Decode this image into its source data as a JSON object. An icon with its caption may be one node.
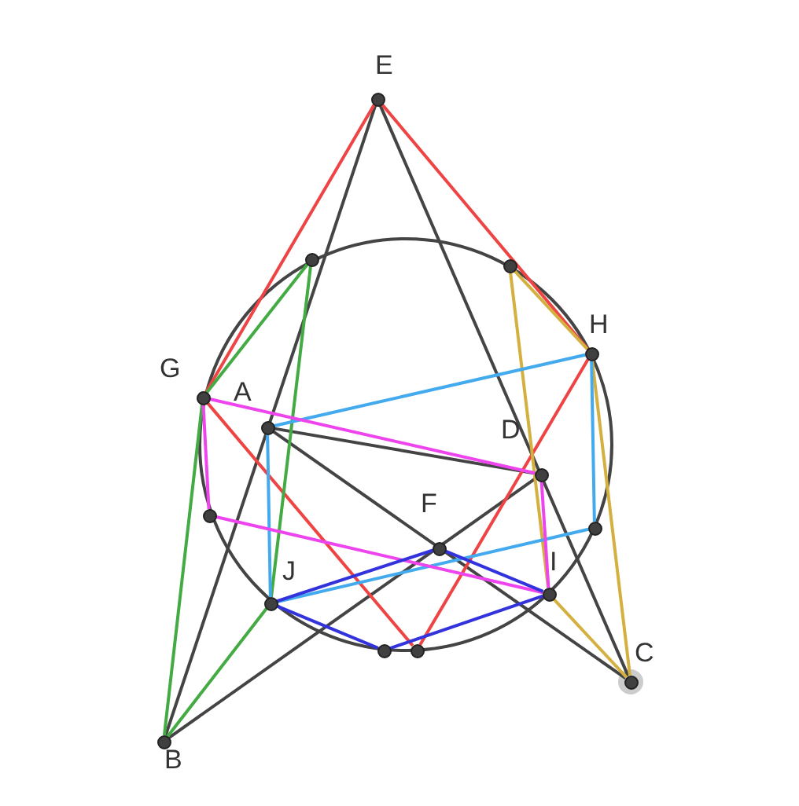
{
  "diagram": {
    "nodes": [
      {
        "text": [
          "E"
        ]
      },
      {
        "text": [],
        "shape": "circle"
      },
      {
        "text": [],
        "shape": "circle"
      },
      {
        "text": [
          "H"
        ]
      },
      {
        "text": [
          "G"
        ]
      },
      {
        "text": [
          "A"
        ]
      },
      {
        "text": [
          "D"
        ]
      },
      {
        "text": [],
        "shape": "circle"
      },
      {
        "text": [
          "F"
        ]
      },
      {
        "text": [],
        "shape": "circle"
      },
      {
        "text": [
          "J"
        ]
      },
      {
        "text": [
          "I"
        ]
      },
      {
        "text": [],
        "shape": "circle"
      },
      {
        "text": [],
        "shape": "circle"
      },
      {
        "text": [
          "C"
        ]
      },
      {
        "text": [
          "B"
        ]
      }
    ],
    "edges": [
      {
        "from": 0,
        "to": 15,
        "arrow": "none"
      },
      {
        "from": 0,
        "to": 14,
        "arrow": "none"
      },
      {
        "from": 5,
        "to": 6,
        "arrow": "none"
      },
      {
        "from": 5,
        "to": 14,
        "arrow": "none"
      },
      {
        "from": 15,
        "to": 6,
        "arrow": "none"
      },
      {
        "from": 0,
        "to": 4,
        "arrow": "none",
        "color": "#ee4444"
      },
      {
        "from": 0,
        "to": 3,
        "arrow": "none",
        "color": "#ee4444"
      },
      {
        "from": 4,
        "to": 13,
        "arrow": "none",
        "color": "#ee4444"
      },
      {
        "from": 3,
        "to": 13,
        "arrow": "none",
        "color": "#ee4444"
      },
      {
        "from": 1,
        "to": 4,
        "arrow": "none",
        "color": "#44aa44"
      },
      {
        "from": 1,
        "to": 10,
        "arrow": "none",
        "color": "#44aa44"
      },
      {
        "from": 4,
        "to": 15,
        "arrow": "none",
        "color": "#44aa44"
      },
      {
        "from": 10,
        "to": 15,
        "arrow": "none",
        "color": "#44aa44"
      },
      {
        "from": 2,
        "to": 3,
        "arrow": "none",
        "color": "#d4b040"
      },
      {
        "from": 2,
        "to": 11,
        "arrow": "none",
        "color": "#d4b040"
      },
      {
        "from": 3,
        "to": 14,
        "arrow": "none",
        "color": "#d4b040"
      },
      {
        "from": 11,
        "to": 14,
        "arrow": "none",
        "color": "#d4b040"
      },
      {
        "from": 3,
        "to": 5,
        "arrow": "none",
        "color": "#44aaee"
      },
      {
        "from": 5,
        "to": 10,
        "arrow": "none",
        "color": "#44aaee"
      },
      {
        "from": 3,
        "to": 9,
        "arrow": "none",
        "color": "#44aaee"
      },
      {
        "from": 9,
        "to": 10,
        "arrow": "none",
        "color": "#44aaee"
      },
      {
        "from": 4,
        "to": 6,
        "arrow": "none",
        "color": "#ee44ee"
      },
      {
        "from": 4,
        "to": 7,
        "arrow": "none",
        "color": "#ee44ee"
      },
      {
        "from": 7,
        "to": 11,
        "arrow": "none",
        "color": "#ee44ee"
      },
      {
        "from": 6,
        "to": 11,
        "arrow": "none",
        "color": "#ee44ee"
      },
      {
        "from": 8,
        "to": 10,
        "arrow": "none",
        "color": "#3333dd"
      },
      {
        "from": 8,
        "to": 11,
        "arrow": "none",
        "color": "#3333dd"
      },
      {
        "from": 10,
        "to": 12,
        "arrow": "none",
        "color": "#3333dd"
      },
      {
        "from": 12,
        "to": 11,
        "arrow": "none",
        "color": "#3333dd"
      }
    ]
  }
}
